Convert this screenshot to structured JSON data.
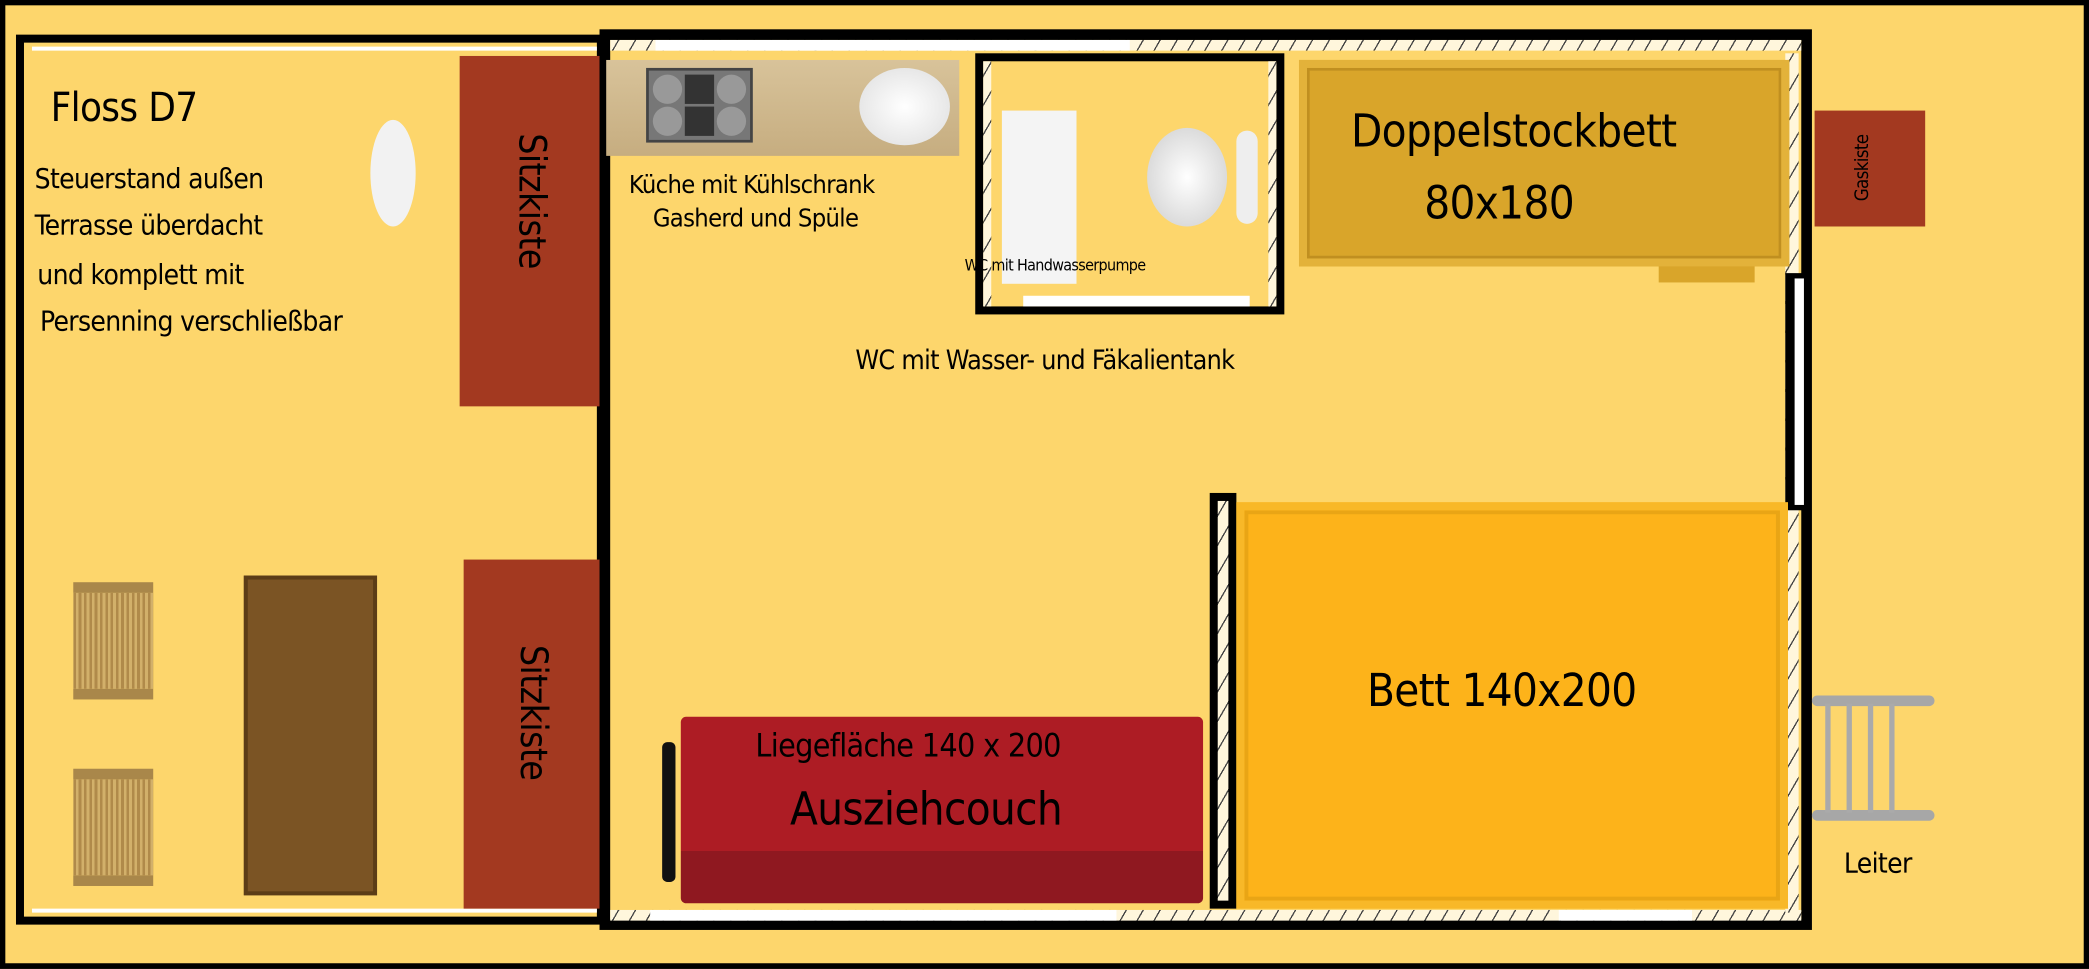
{
  "title": "Floss D7",
  "terrace_notes": [
    "Steuerstand außen",
    "Terrasse überdacht",
    "und komplett mit",
    "Persenning verschließbar"
  ],
  "seat_box_top": "Sitzkiste",
  "seat_box_bottom": "Sitzkiste",
  "kitchen_label": [
    "Küche mit Kühlschrank",
    "Gasherd und Spüle"
  ],
  "wc_room_label": "WC mit Handwasserpumpe",
  "wc_tank_label": "WC mit Wasser- und Fäkalientank",
  "bunk_bed": [
    "Doppelstockbett",
    "80x180"
  ],
  "gas_box": "Gaskiste",
  "bed": "Bett 140x200",
  "couch": [
    "Liegefläche 140 x 200",
    "Ausziehcouch"
  ],
  "ladder": "Leiter",
  "colors": {
    "background": "#FDD66C",
    "seat_box": "#A33920",
    "bunk_bed": "#D9A52A",
    "bed": "#FDB31A",
    "couch": "#A81C24",
    "table": "#7B5424"
  }
}
